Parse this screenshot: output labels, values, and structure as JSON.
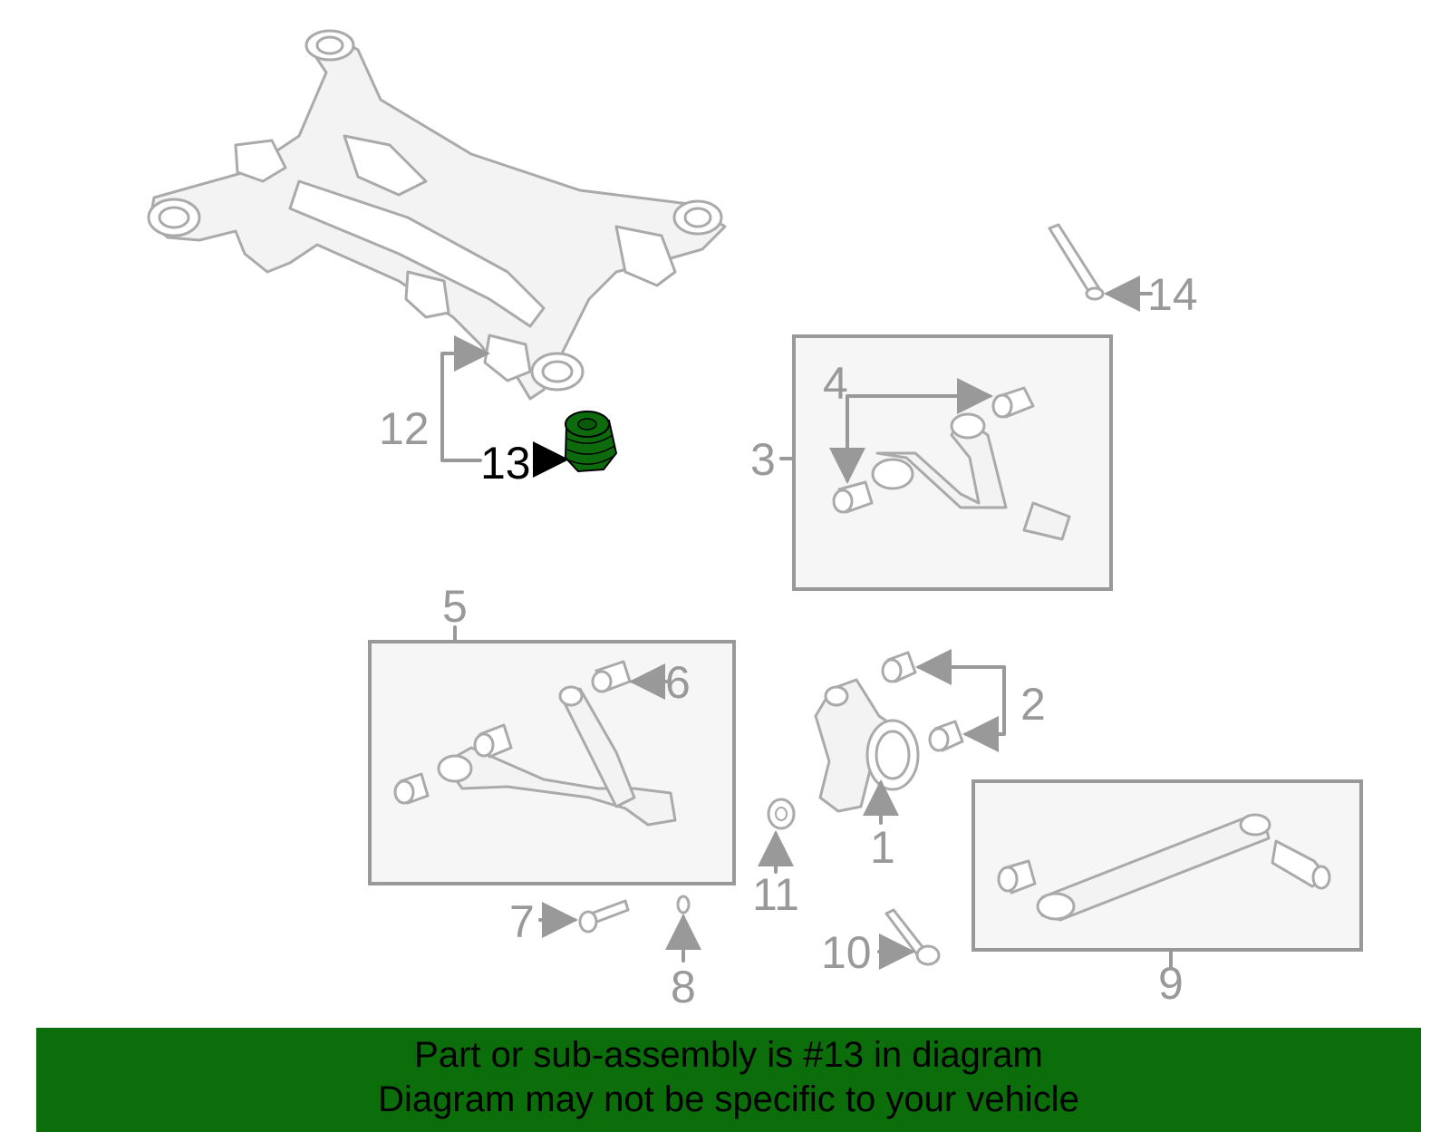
{
  "callouts": {
    "c1": "1",
    "c2": "2",
    "c3": "3",
    "c4": "4",
    "c5": "5",
    "c6": "6",
    "c7": "7",
    "c8": "8",
    "c9": "9",
    "c10": "10",
    "c11": "11",
    "c12": "12",
    "c13": "13",
    "c14": "14"
  },
  "highlighted_part": "13",
  "colors": {
    "banner_bg": "#0b6e0b",
    "highlight_part": "#0d6b0d",
    "line_art": "#aaaaaa"
  },
  "banner": {
    "line1": "Part or sub-assembly is #13 in diagram",
    "line2": "Diagram may not be specific to your vehicle"
  }
}
